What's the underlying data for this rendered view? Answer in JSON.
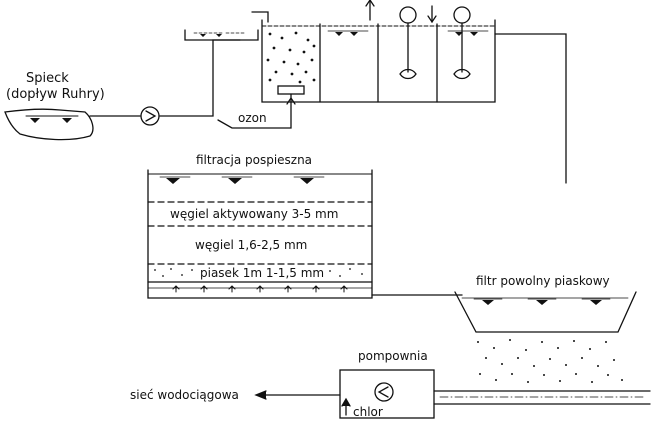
{
  "labels": {
    "source_name": "Spieck",
    "source_sub": "(dopływ Ruhry)",
    "ozone": "ozon",
    "rapid_filtration": "filtracja pospieszna",
    "layer_activated_carbon": "węgiel aktywowany 3-5 mm",
    "layer_carbon": "węgiel 1,6-2,5 mm",
    "layer_sand": "piasek 1m 1-1,5 mm",
    "slow_filter": "filtr powolny piaskowy",
    "pump_station": "pompownia",
    "water_network": "sieć wodociągowa",
    "chlorine": "chlor"
  },
  "colors": {
    "ink": "#111111",
    "background": "#ffffff"
  }
}
